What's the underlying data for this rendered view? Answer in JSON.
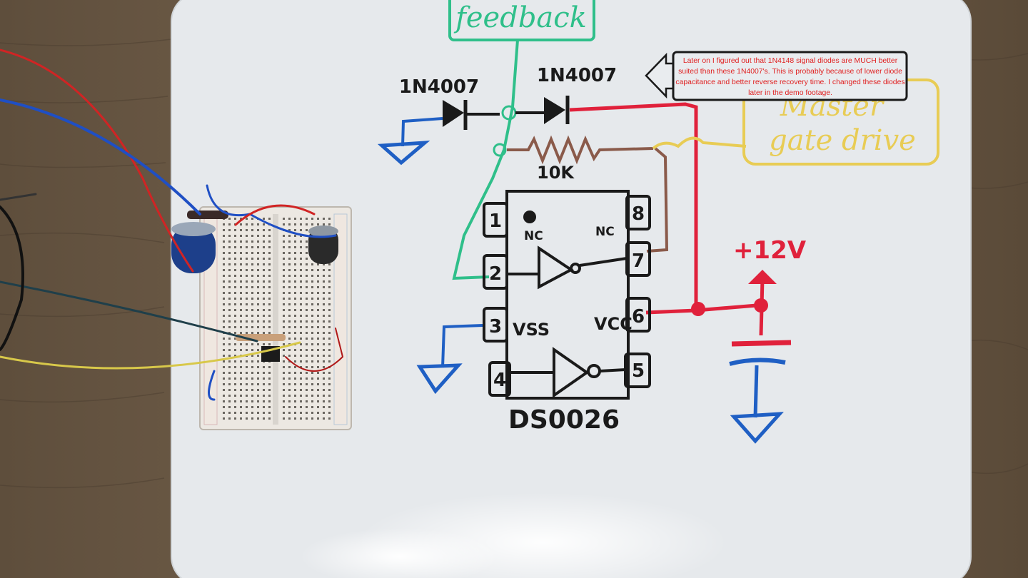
{
  "board": {
    "feedback_label": "feedback",
    "diode_left_label": "1N4007",
    "diode_right_label": "1N4007",
    "resistor_label": "10K",
    "ic_name": "DS0026",
    "pin_labels": [
      "1",
      "2",
      "3",
      "4",
      "5",
      "6",
      "7",
      "8"
    ],
    "nc_left": "NC",
    "nc_right": "NC",
    "vss_label": "VSS",
    "vcc_label": "VCC",
    "supply_label": "+12V",
    "master_label_line1": "Master",
    "master_label_line2": "gate drive"
  },
  "annotation": {
    "text": "Later on I figured out that 1N4148 signal diodes are MUCH better suited than these 1N4007's. This is probably because of lower diode capacitance and better reverse recovery time. I changed these diodes later in the demo footage."
  },
  "colors": {
    "board": "#e6e9ec",
    "wood": "#6b5a46",
    "marker_black": "#1a1a1a",
    "marker_red": "#e0213b",
    "marker_blue": "#1f5fc4",
    "marker_green": "#2fbf8a",
    "marker_yellow": "#e8cc55",
    "marker_brown": "#8a5a4a",
    "callout_bg": "#1a1a1a",
    "callout_text": "#e02020"
  }
}
